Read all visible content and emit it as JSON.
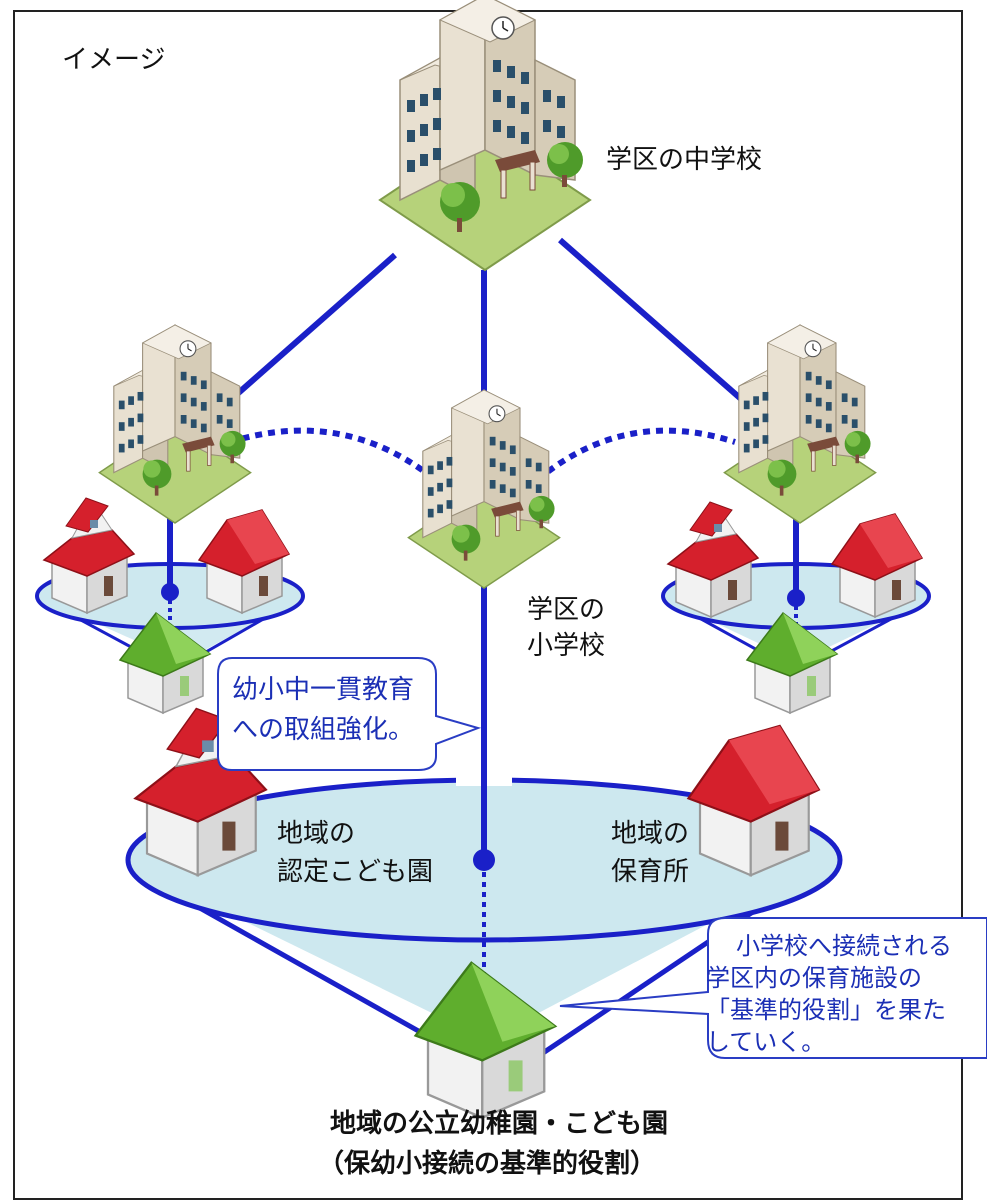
{
  "labels": {
    "image_tag": "イメージ",
    "middle_school": "学区の中学校",
    "elementary_line1": "学区の",
    "elementary_line2": "小学校",
    "nintei_line1": "地域の",
    "nintei_line2": "認定こども園",
    "hoikusho_line1": "地域の",
    "hoikusho_line2": "保育所",
    "public_line1": "地域の公立幼稚園・こども園",
    "public_line2": "（保幼小接続の基準的役割）"
  },
  "callouts": {
    "left_line1": "幼小中一貫教育",
    "left_line2": "への取組強化。",
    "right_line1": "小学校へ接続される",
    "right_line2": "学区内の保育施設の",
    "right_line3": "「基準的役割」を果た",
    "right_line4": "していく。"
  },
  "colors": {
    "line": "#1a20c8",
    "disc_fill": "#cde8ef",
    "disc_stroke": "#1a20c8",
    "callout_border": "#2a3dc4",
    "callout_text": "#1b2fb5"
  },
  "icons": [
    "school-building-icon",
    "house-red-roof-icon",
    "house-green-roof-icon",
    "tree-icon",
    "clock-icon"
  ]
}
